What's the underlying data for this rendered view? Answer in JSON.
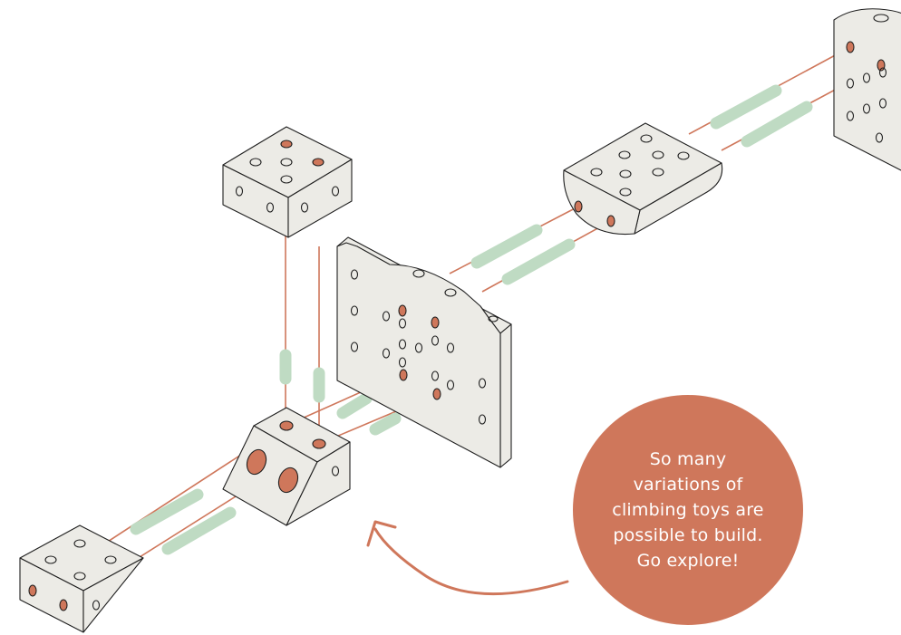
{
  "callout": {
    "text": "So many variations of climbing toys are possible to build. Go explore!",
    "background_color": "#cf775b",
    "text_color": "#ffffff"
  },
  "colors": {
    "block_face": "#ecebe6",
    "outline": "#1f1f1f",
    "accent": "#cf775b",
    "connector": "#bfdbc3"
  },
  "illustration": {
    "subject": "exploded-view climbing toy building blocks",
    "parts": [
      "cube-top",
      "wedge-block-center",
      "cube-bottom-left",
      "panel-large",
      "half-round-block",
      "end-panel"
    ]
  }
}
